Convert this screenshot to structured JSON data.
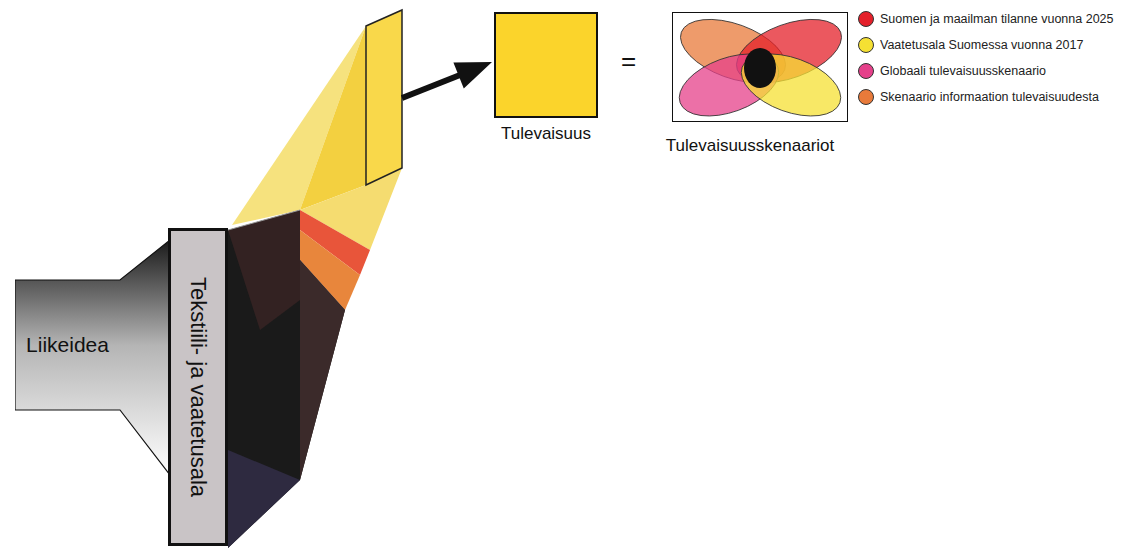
{
  "diagram": {
    "nodes": [
      {
        "text": [
          "Liikeidea"
        ]
      },
      {
        "text": [
          "Tekstiili- ja vaatetusala"
        ]
      },
      {
        "text": [
          "Tulevaisuus"
        ]
      },
      {
        "text": [
          "Tulevaisuusskenaariot"
        ]
      }
    ],
    "labels": [
      "="
    ],
    "legend": [
      {
        "text": "Suomen ja maailman tilanne vuonna 2025",
        "color": "#e4202a"
      },
      {
        "text": "Vaatetusala Suomessa vuonna 2017",
        "color": "#f5e033"
      },
      {
        "text": "Globaali tulevaisuusskenaario",
        "color": "#e5408a"
      },
      {
        "text": "Skenaario informaation tulevaisuudesta",
        "color": "#e87a3a"
      }
    ]
  }
}
